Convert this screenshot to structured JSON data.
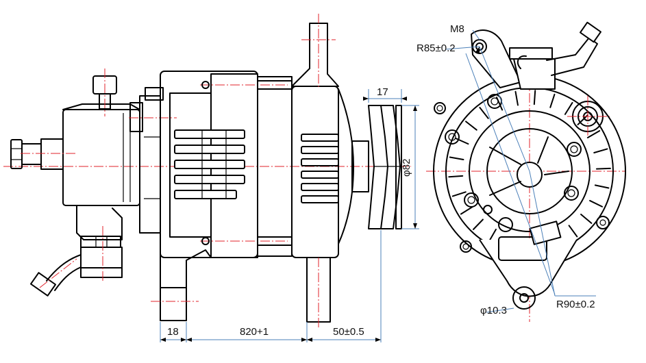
{
  "dimensions": {
    "mount_width": "18",
    "body_length": "820+1",
    "pulley_offset": "50±0.5",
    "pulley_width": "17",
    "pulley_diameter": "φ82",
    "thread": "M8",
    "radius_top": "R85±0.2",
    "radius_bottom": "R90±0.2",
    "hole_diameter": "φ10.3"
  },
  "colors": {
    "outline": "#000000",
    "centerline": "#e0202a",
    "dimension_line": "#4a7fb8"
  }
}
